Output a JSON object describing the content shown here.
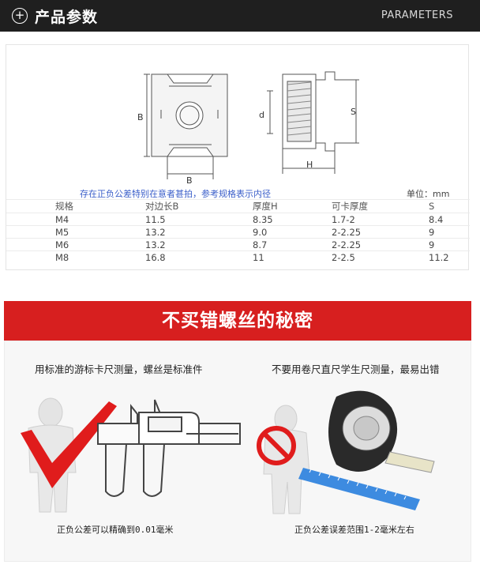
{
  "header": {
    "title": "产品参数",
    "subtitle_en": "PARAMETERS"
  },
  "drawing": {
    "labels": {
      "front_height": "B",
      "front_width": "B",
      "side_d": "d",
      "side_s": "S",
      "side_h": "H"
    }
  },
  "params": {
    "note": "存在正负公差特别在意者甚拍，参考规格表示内径",
    "unit": "单位：mm",
    "columns": [
      "规格",
      "对边长B",
      "厚度H",
      "可卡厚度",
      "S"
    ],
    "rows": [
      [
        "M4",
        "11.5",
        "8.35",
        "1.7-2",
        "8.4"
      ],
      [
        "M5",
        "13.2",
        "9.0",
        "2-2.25",
        "9"
      ],
      [
        "M6",
        "13.2",
        "8.7",
        "2-2.25",
        "9"
      ],
      [
        "M8",
        "16.8",
        "11",
        "2-2.5",
        "11.2"
      ]
    ]
  },
  "banner": {
    "title": "不买错螺丝的秘密"
  },
  "compare": {
    "left_title": "用标准的游标卡尺测量，螺丝是标准件",
    "left_caption": "正负公差可以精确到0.01毫米",
    "right_title": "不要用卷尺直尺学生尺测量，最易出错",
    "right_caption": "正负公差误差范围1-2毫米左右"
  },
  "colors": {
    "header_bg": "#1f1f1f",
    "banner_red": "#d71f1f",
    "note_blue": "#3a5ec9",
    "ruler_blue": "#3d8be0"
  }
}
